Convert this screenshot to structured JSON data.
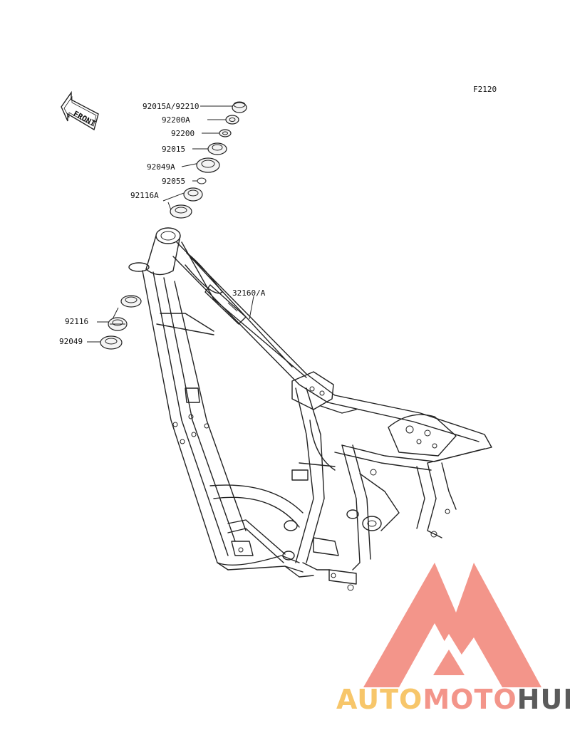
{
  "diagram": {
    "code": "F2120",
    "front_label": "FRONT",
    "parts": [
      {
        "number": "92015A/92210"
      },
      {
        "number": "92200A"
      },
      {
        "number": "92200"
      },
      {
        "number": "92015"
      },
      {
        "number": "92049A"
      },
      {
        "number": "92055"
      },
      {
        "number": "92116A"
      },
      {
        "number": "32160/A"
      },
      {
        "number": "92116"
      },
      {
        "number": "92049"
      }
    ]
  },
  "watermark": {
    "brand_part1": "AUTO",
    "brand_part2": "MOTO",
    "brand_part3": "HUB",
    "colors": {
      "logo": "#f28a7e",
      "auto": "#f7c05a",
      "moto": "#f28a7e",
      "hub": "#4a4a4a"
    }
  }
}
